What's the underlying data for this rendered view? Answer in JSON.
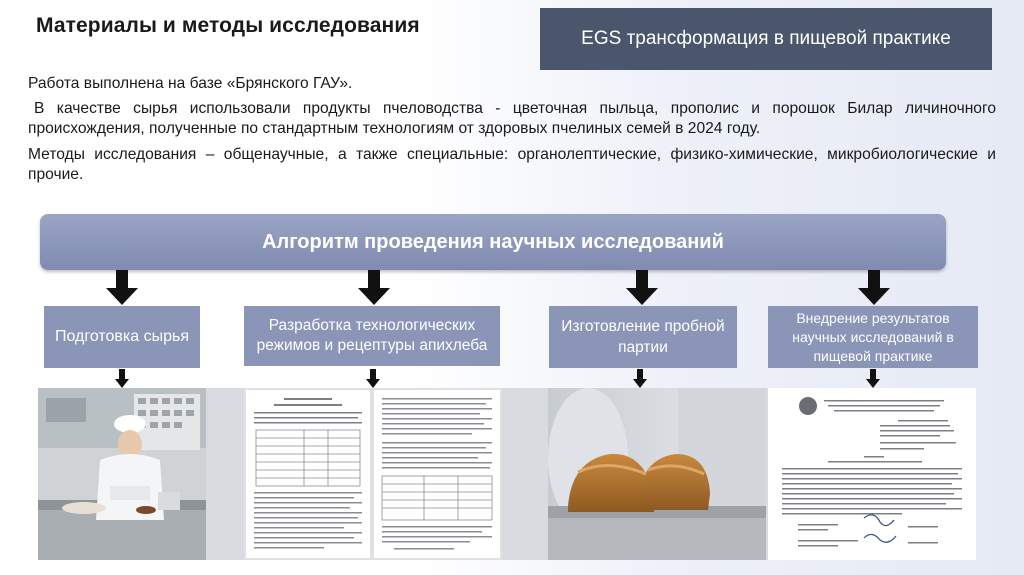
{
  "slide": {
    "title": "Материалы и методы исследования",
    "banner": "EGS трансформация в пищевой практике",
    "paragraphs": [
      "Работа выполнена на базе «Брянского ГАУ».",
      "В качестве сырья использовали продукты пчеловодства - цветочная пыльца, прополис и порошок Билар личиночного происхождения, полученные по стандартным технологиям от здоровых пчелиных семей в 2024 году.",
      "Методы исследования – общенаучные, а также специальные: органолептические, физико-химические, микробиологические и прочие."
    ],
    "algorithm_title": "Алгоритм проведения научных исследований",
    "stages": [
      "Подготовка сырья",
      "Разработка технологических режимов и рецептуры апихлеба",
      "Изготовление пробной партии",
      "Внедрение результатов научных исследований в пищевой практике"
    ],
    "images": {
      "photo_1": "laboratory-worker-photo",
      "doc_1": "technological-instruction-document",
      "doc_2": "recipe-table-document",
      "photo_2": "bread-loaves-photo",
      "doc_3": "implementation-act-document"
    },
    "colors": {
      "banner": "#4a566c",
      "algorithm_bar": "#8c97bb",
      "stage_box": "#8a95b8",
      "arrow": "#111111"
    }
  }
}
